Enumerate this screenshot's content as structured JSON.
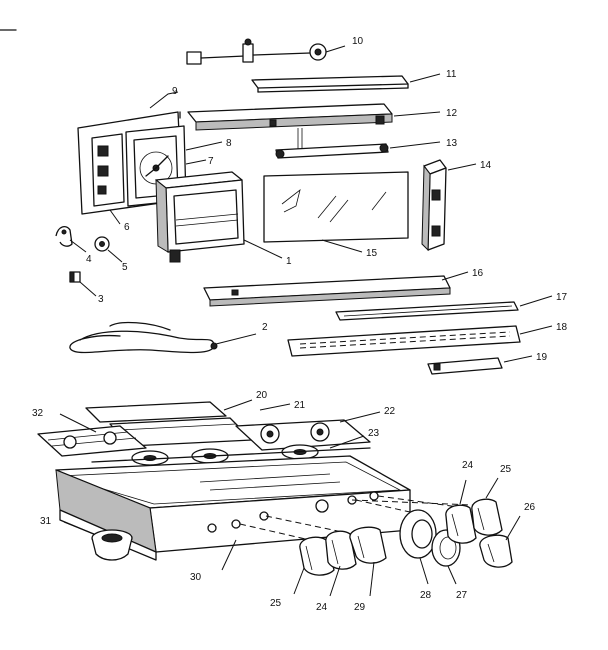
{
  "diagram": {
    "callouts": [
      {
        "id": "c1",
        "label": "1"
      },
      {
        "id": "c2",
        "label": "2"
      },
      {
        "id": "c3",
        "label": "3"
      },
      {
        "id": "c4",
        "label": "4"
      },
      {
        "id": "c5",
        "label": "5"
      },
      {
        "id": "c6",
        "label": "6"
      },
      {
        "id": "c7",
        "label": "7"
      },
      {
        "id": "c8",
        "label": "8"
      },
      {
        "id": "c9",
        "label": "9"
      },
      {
        "id": "c10",
        "label": "10"
      },
      {
        "id": "c11",
        "label": "11"
      },
      {
        "id": "c12",
        "label": "12"
      },
      {
        "id": "c13",
        "label": "13"
      },
      {
        "id": "c14",
        "label": "14"
      },
      {
        "id": "c15",
        "label": "15"
      },
      {
        "id": "c16",
        "label": "16"
      },
      {
        "id": "c17",
        "label": "17"
      },
      {
        "id": "c18",
        "label": "18"
      },
      {
        "id": "c19",
        "label": "19"
      },
      {
        "id": "c20",
        "label": "20"
      },
      {
        "id": "c21",
        "label": "21"
      },
      {
        "id": "c22",
        "label": "22"
      },
      {
        "id": "c23",
        "label": "23"
      },
      {
        "id": "c24a",
        "label": "24"
      },
      {
        "id": "c24b",
        "label": "24"
      },
      {
        "id": "c25a",
        "label": "25"
      },
      {
        "id": "c25b",
        "label": "25"
      },
      {
        "id": "c26",
        "label": "26"
      },
      {
        "id": "c27",
        "label": "27"
      },
      {
        "id": "c28",
        "label": "28"
      },
      {
        "id": "c29",
        "label": "29"
      },
      {
        "id": "c30",
        "label": "30"
      },
      {
        "id": "c31",
        "label": "31"
      },
      {
        "id": "c32",
        "label": "32"
      }
    ]
  }
}
